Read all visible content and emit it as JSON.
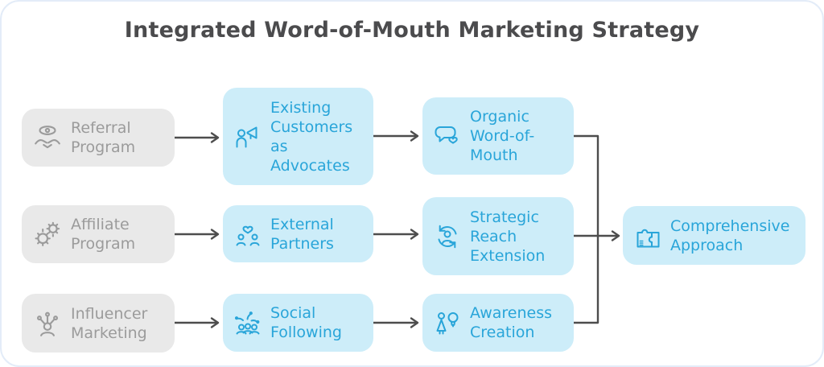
{
  "title": {
    "text": "Integrated Word-of-Mouth Marketing Strategy"
  },
  "colors": {
    "canvas_bg": "#ffffff",
    "canvas_border": "#e3ecf8",
    "title_text": "#4b4b4d",
    "gray_box_bg": "#e9e9e9",
    "gray_box_text": "#9b9b9b",
    "blue_box_bg": "#cdedf9",
    "blue_box_text": "#29a5d9",
    "arrow": "#4d4d4d"
  },
  "nodes": [
    {
      "id": "referral-program",
      "label": "Referral\nProgram",
      "icon": "eye-handshake-icon",
      "style": "gray"
    },
    {
      "id": "affiliate-program",
      "label": "Affiliate\nProgram",
      "icon": "gears-partnership-icon",
      "style": "gray"
    },
    {
      "id": "influencer-marketing",
      "label": "Influencer\nMarketing",
      "icon": "influencer-network-icon",
      "style": "gray"
    },
    {
      "id": "existing-customers",
      "label": "Existing\nCustomers\nas\nAdvocates",
      "icon": "person-megaphone-icon",
      "style": "blue"
    },
    {
      "id": "external-partners",
      "label": "External\nPartners",
      "icon": "partners-heart-icon",
      "style": "blue"
    },
    {
      "id": "social-following",
      "label": "Social\nFollowing",
      "icon": "crowd-sparks-icon",
      "style": "blue"
    },
    {
      "id": "organic-word-of-mouth",
      "label": "Organic\nWord-of-\nMouth",
      "icon": "speech-bubble-heart-icon",
      "style": "blue"
    },
    {
      "id": "strategic-reach",
      "label": "Strategic\nReach\nExtension",
      "icon": "person-cycle-icon",
      "style": "blue"
    },
    {
      "id": "awareness-creation",
      "label": "Awareness\nCreation",
      "icon": "person-lightbulb-icon",
      "style": "blue"
    },
    {
      "id": "comprehensive-approach",
      "label": "Comprehensive\nApproach",
      "icon": "puzzle-pieces-icon",
      "style": "blue"
    }
  ],
  "edges": [
    {
      "from": "referral-program",
      "to": "existing-customers"
    },
    {
      "from": "affiliate-program",
      "to": "external-partners"
    },
    {
      "from": "influencer-marketing",
      "to": "social-following"
    },
    {
      "from": "existing-customers",
      "to": "organic-word-of-mouth"
    },
    {
      "from": "external-partners",
      "to": "strategic-reach"
    },
    {
      "from": "social-following",
      "to": "awareness-creation"
    },
    {
      "from": "organic-word-of-mouth",
      "to": "comprehensive-approach"
    },
    {
      "from": "strategic-reach",
      "to": "comprehensive-approach"
    },
    {
      "from": "awareness-creation",
      "to": "comprehensive-approach"
    }
  ]
}
